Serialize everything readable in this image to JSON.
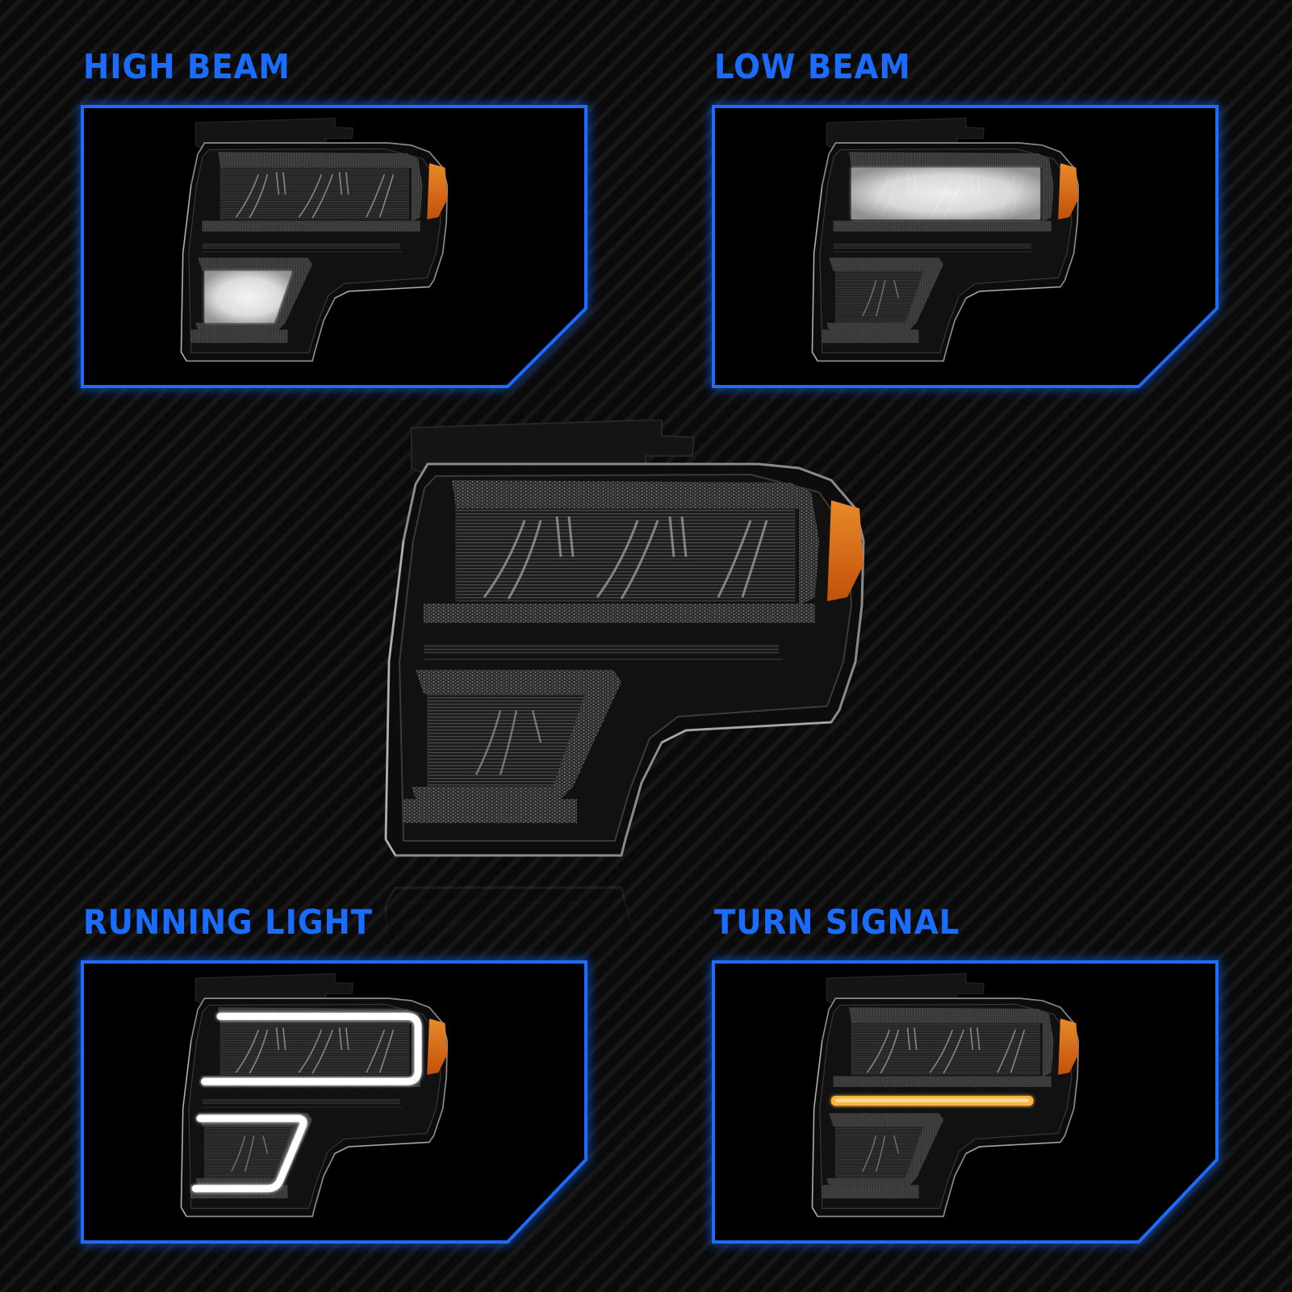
{
  "colors": {
    "accent_blue": "#1a6cff",
    "panel_fill": "#000000",
    "background": "#0a0a0a",
    "amber": "#d96a10",
    "turn_signal_glow": "#ffa528",
    "led_white": "#ffffff"
  },
  "modes": [
    {
      "id": "high-beam",
      "label": "HIGH BEAM",
      "lit_zone": "lower fog/high-beam projector"
    },
    {
      "id": "low-beam",
      "label": "LOW BEAM",
      "lit_zone": "upper LED projector row"
    },
    {
      "id": "running-light",
      "label": "RUNNING LIGHT",
      "lit_zone": "white C-shaped DRL light bars"
    },
    {
      "id": "turn-signal",
      "label": "TURN SIGNAL",
      "lit_zone": "amber horizontal light bar"
    }
  ],
  "center_product": {
    "description": "black housing LED headlight with amber side marker, unlit"
  }
}
